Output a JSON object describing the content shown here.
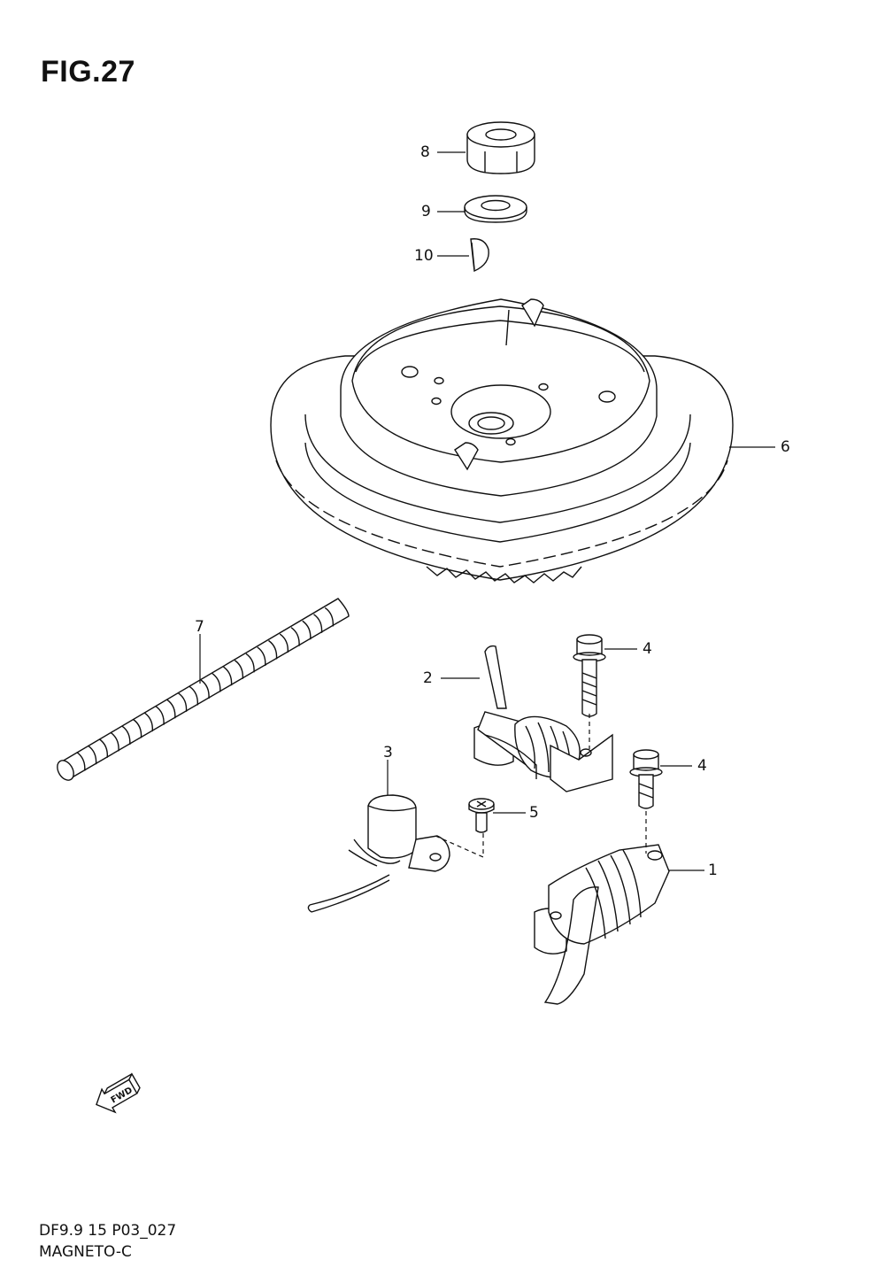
{
  "figure": {
    "title": "FIG.27"
  },
  "callouts": [
    "8",
    "9",
    "10",
    "6",
    "7",
    "4",
    "2",
    "3",
    "4",
    "5",
    "1"
  ],
  "fwd_arrow": {
    "label": "FWD",
    "icon": "fwd-arrow-icon"
  },
  "footer": {
    "code": "DF9.9 15 P03_027",
    "name": "MAGNETO-C"
  }
}
